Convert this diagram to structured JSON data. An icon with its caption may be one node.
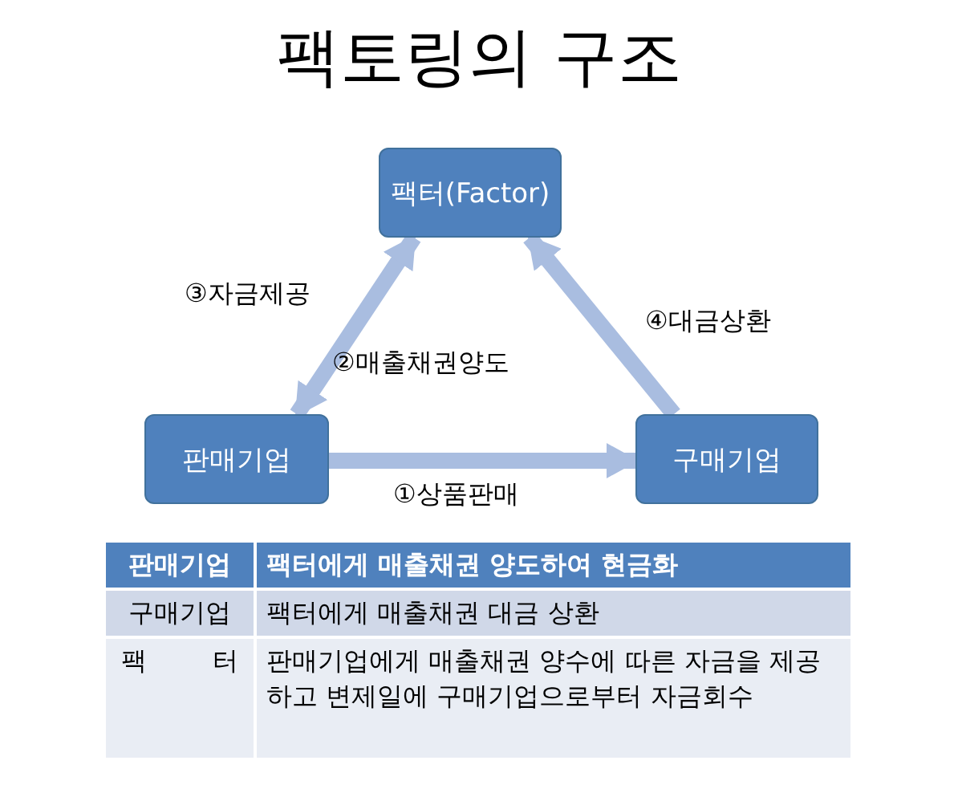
{
  "diagram": {
    "title": "팩토링의 구조",
    "nodes": [
      {
        "text": [
          "팩터(Factor)"
        ]
      },
      {
        "text": [
          "판매기업"
        ]
      },
      {
        "text": [
          "구매기업"
        ]
      }
    ],
    "edges": [
      {
        "from": 1,
        "to": 2,
        "arrow": "to",
        "label": "①상품판매"
      },
      {
        "from": 1,
        "to": 0,
        "arrow": "both",
        "label": "②매출채권양도"
      },
      {
        "from": 2,
        "to": 0,
        "arrow": "to",
        "label": "④대금상환"
      }
    ],
    "labels": [
      "③자금제공",
      "판매기업",
      "팩터에게 매출채권 양도하여 현금화",
      "구매기업",
      "팩터에게 매출채권 대금 상환",
      "팩 터",
      "판매기업에게 매출채권 양수에 따른 자금을 제공하고 변제일에 구매기업으로부터 자금회수"
    ]
  }
}
